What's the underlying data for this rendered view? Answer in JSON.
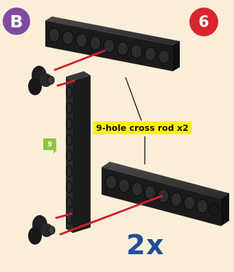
{
  "step": {
    "section_letter": "B",
    "step_number": "6",
    "part_label": "9-hole cross rod x2",
    "length_tag": "9",
    "quantity": "2x"
  },
  "colors": {
    "background": "#fbeed8",
    "section_badge": "#7f4aa0",
    "step_badge": "#d8262d",
    "label_highlight": "#fff200",
    "length_tag": "#8cc63f",
    "quantity_text": "#1f4e9a",
    "guide_lines": "#d31f2a",
    "parts": "#1b1b1b"
  }
}
